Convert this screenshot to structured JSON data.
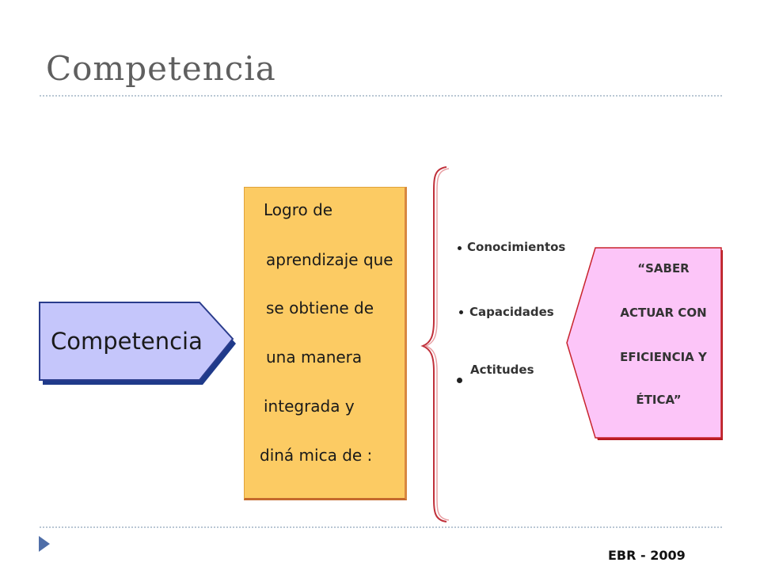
{
  "slide": {
    "title": "Competencia",
    "footer": "EBR - 2009"
  },
  "diagram": {
    "source_label": "Competencia",
    "definition_lines": [
      "Logro de",
      "aprendizaje que",
      "se obtiene de",
      "una manera",
      "integrada y",
      "diná mica de :"
    ],
    "components": [
      "Conocimientos",
      "Capacidades",
      "Actitudes"
    ],
    "result_lines": [
      "“SABER",
      "ACTUAR CON",
      "EFICIENCIA Y",
      "ÉTICA”"
    ]
  },
  "colors": {
    "arrow_fill": "#c5c6fb",
    "arrow_border": "#2a3c8c",
    "box_fill": "#fccb63",
    "result_fill": "#fcc5f8",
    "result_border": "#c8242c",
    "brace": "#c0303a",
    "accent_nav": "#4f6ea8"
  },
  "icons": {
    "nav": "triangle-right-icon"
  }
}
